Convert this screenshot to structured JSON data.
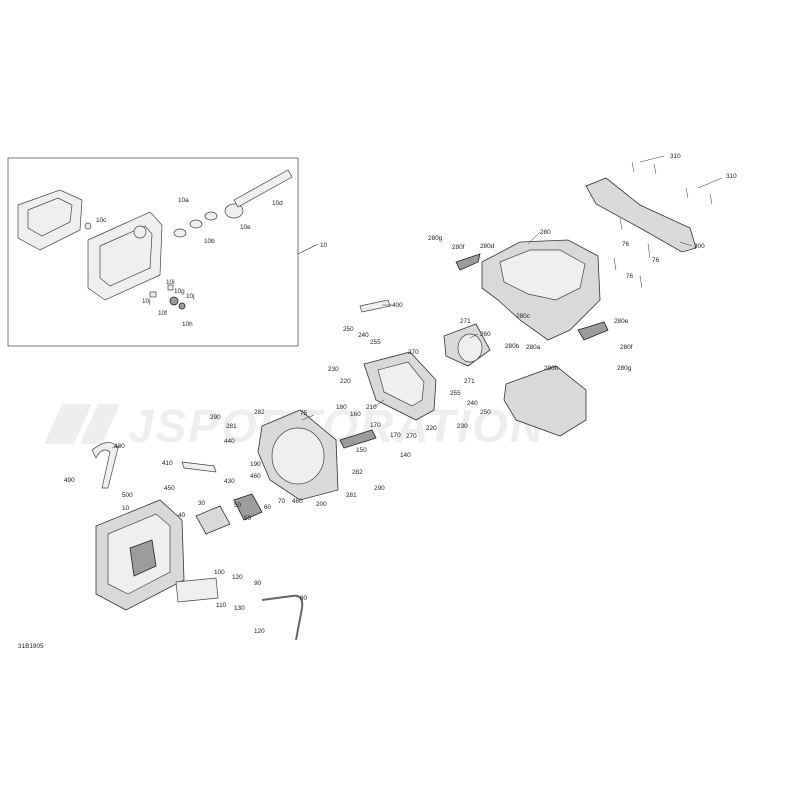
{
  "watermark": "JSPORTORATION",
  "diagram_code": "31B1905",
  "labels": [
    "310",
    "310",
    "300",
    "280",
    "280g",
    "280f",
    "280d",
    "76",
    "76",
    "76",
    "400",
    "271",
    "260",
    "280c",
    "280e",
    "280b",
    "280a",
    "280f",
    "280g",
    "280h",
    "250",
    "240",
    "255",
    "230",
    "220",
    "270",
    "210",
    "271",
    "255",
    "240",
    "250",
    "220",
    "230",
    "180",
    "160",
    "170",
    "170",
    "150",
    "270",
    "140",
    "290",
    "281",
    "282",
    "75",
    "440",
    "410",
    "190",
    "430",
    "460",
    "480",
    "490",
    "450",
    "282",
    "281",
    "290",
    "200",
    "60",
    "70",
    "460",
    "500",
    "30",
    "50",
    "40",
    "50",
    "10",
    "100",
    "120",
    "90",
    "80",
    "110",
    "130",
    "120",
    "10",
    "10a",
    "10b",
    "10c",
    "10d",
    "10e",
    "10i",
    "10g",
    "10j",
    "10j",
    "10f",
    "10h"
  ]
}
